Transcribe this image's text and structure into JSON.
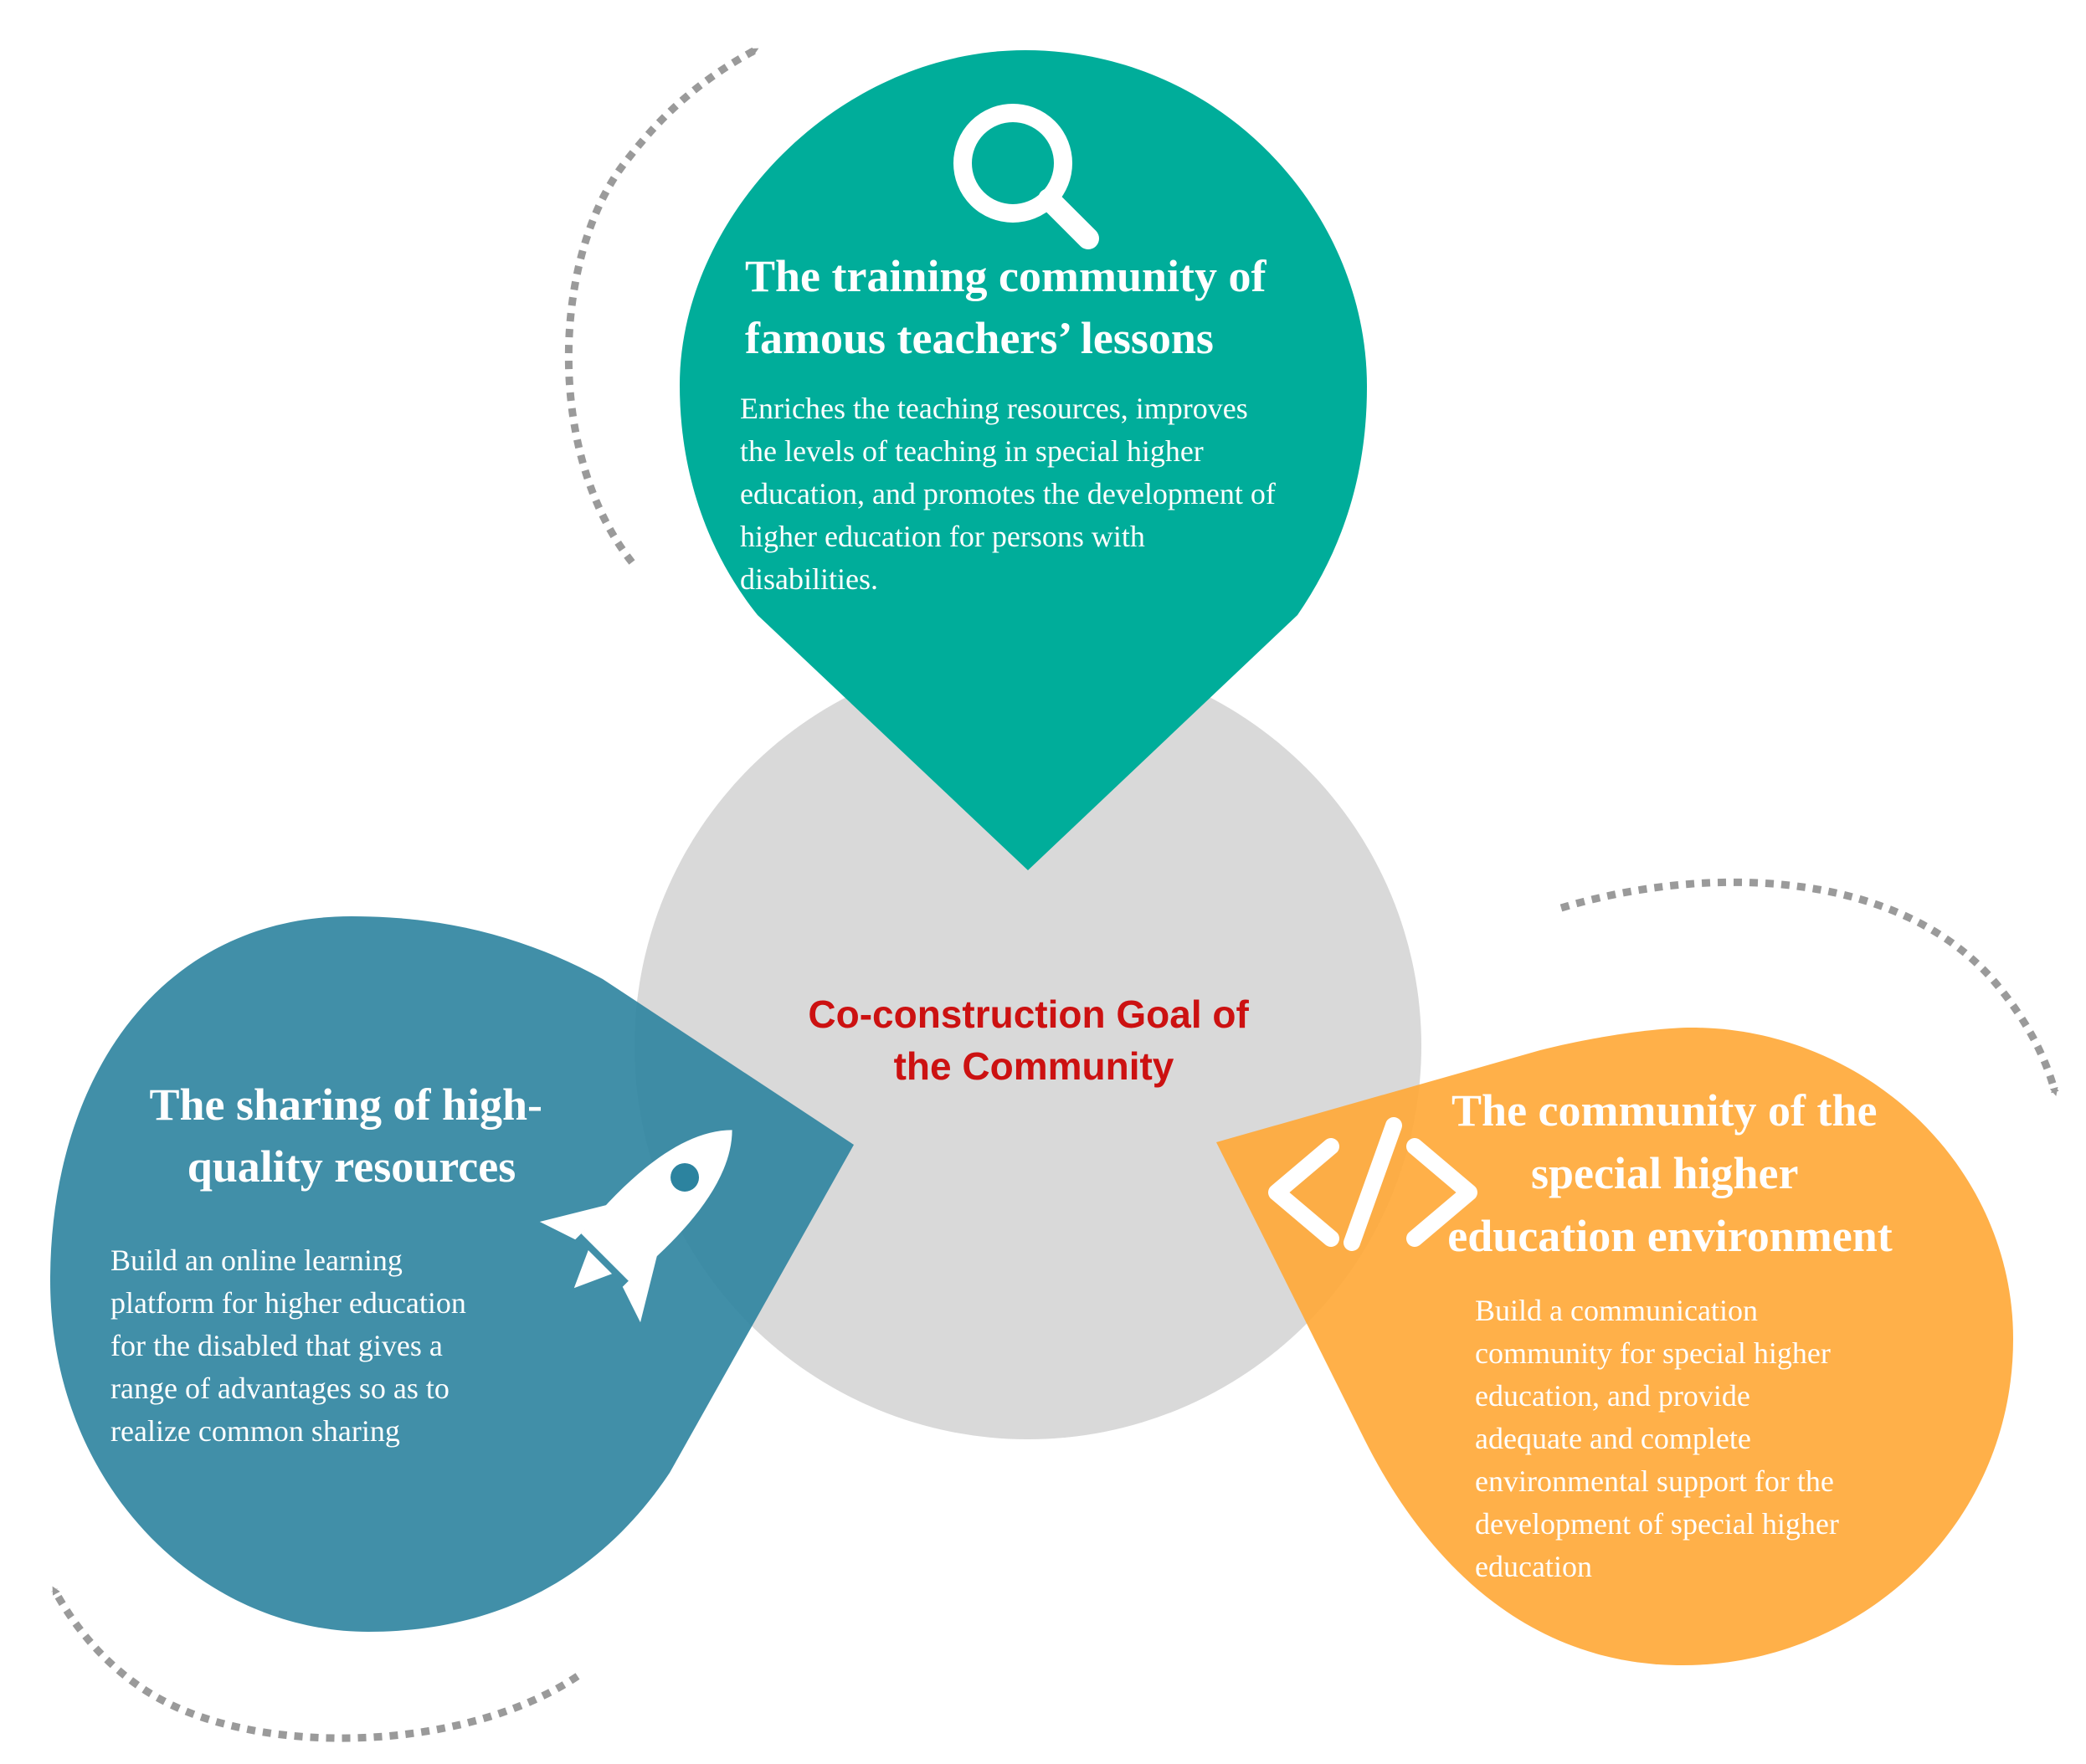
{
  "colors": {
    "center": "#d9d9d9",
    "teal": "#00ad9a",
    "blue": "#2c839f",
    "orange": "#ffa93a",
    "arrow": "#9a9a9a",
    "center_text": "#cc1111"
  },
  "center": {
    "label_lines": [
      "Co-construction Goal of",
      "the Community"
    ]
  },
  "nodes": {
    "top": {
      "icon": "search-icon",
      "title_lines": [
        "The training community of",
        "famous teachers’ lessons"
      ],
      "body_lines": [
        "Enriches the teaching resources, improves",
        "the levels of teaching in special higher",
        "education, and promotes the development of",
        "higher education for persons with",
        "disabilities."
      ]
    },
    "left": {
      "icon": "rocket-icon",
      "title_lines": [
        "The sharing of high-",
        "quality resources"
      ],
      "body_lines": [
        "Build an online learning",
        "platform for higher education",
        "for the disabled that gives a",
        "range of advantages so as to",
        "realize common sharing"
      ]
    },
    "right": {
      "icon": "code-icon",
      "title_lines": [
        "The community of the",
        "special higher",
        "education environment"
      ],
      "body_lines": [
        "Build a communication",
        "community for special higher",
        "education, and provide",
        "adequate and complete",
        "environmental support for the",
        "development of special higher",
        "education"
      ]
    }
  }
}
